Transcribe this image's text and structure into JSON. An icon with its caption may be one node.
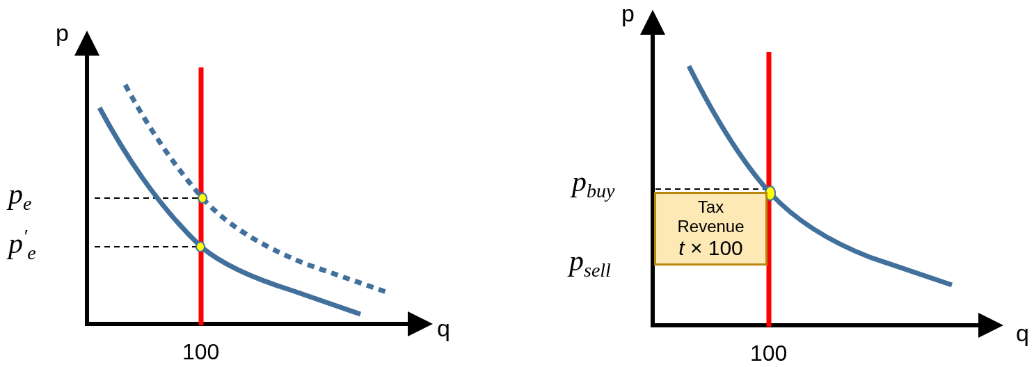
{
  "diagram": {
    "nodes": [
      {
        "text": [
          "Tax Revenue",
          "*t* × 100"
        ]
      }
    ],
    "edges": [],
    "labels": [
      "p",
      "p$_{e}$",
      "p$^{′}$$_{e}$",
      "q",
      "100",
      "p",
      "p$_{buy}$",
      "p$_{sell}$",
      "q",
      "100"
    ]
  }
}
